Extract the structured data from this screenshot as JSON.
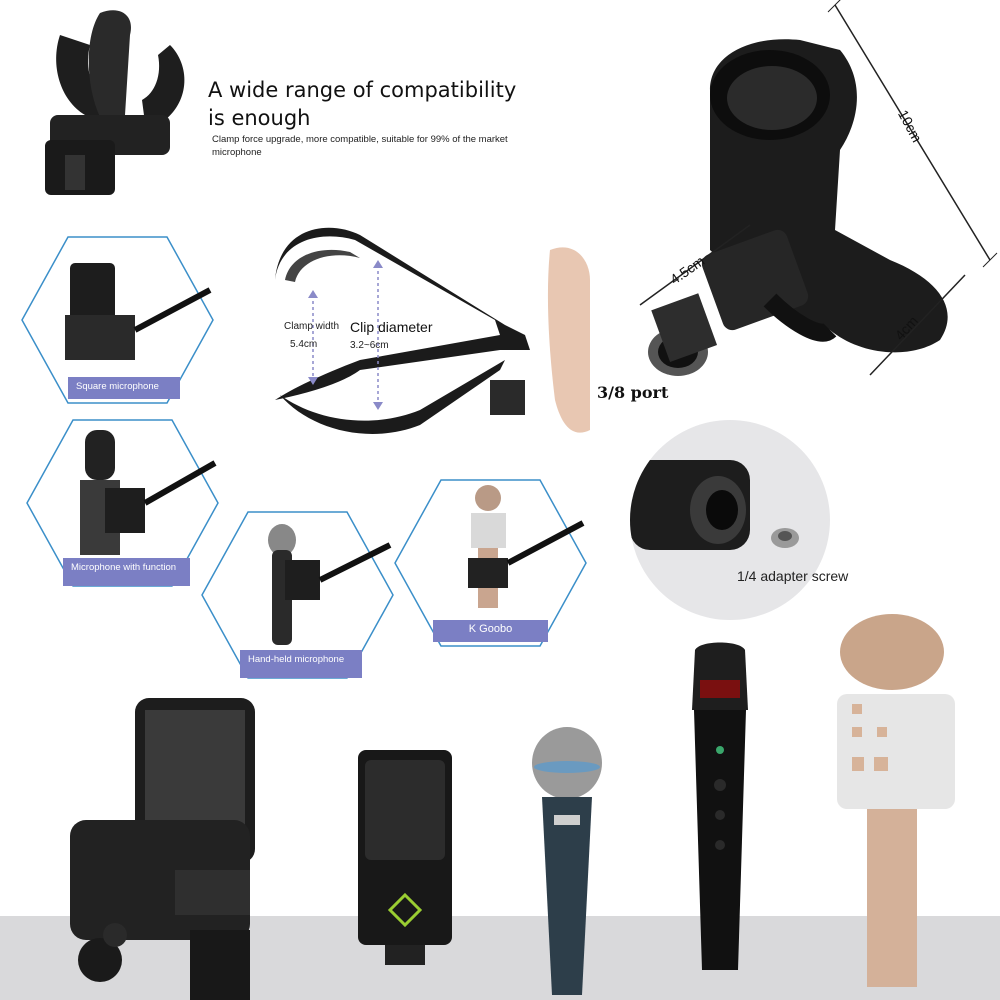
{
  "headline": {
    "title": "A wide range of compatibility is enough",
    "subtitle": "Clamp force upgrade, more compatible, suitable for 99% of the market microphone"
  },
  "clip_specs": {
    "clamp_width_label": "Clamp width",
    "clamp_width_value": "5.4cm",
    "clip_diameter_label": "Clip diameter",
    "clip_diameter_value": "3.2~6cm"
  },
  "holder_dimensions": {
    "height": "10cm",
    "depth": "4.5cm",
    "width": "4cm",
    "port": "3/8 port"
  },
  "adapter": {
    "label": "1/4 adapter screw"
  },
  "hex_cards": [
    {
      "label": "Square microphone"
    },
    {
      "label": "Microphone with function"
    },
    {
      "label": "Hand-held microphone"
    },
    {
      "label": "K Goobo"
    }
  ],
  "colors": {
    "accent": "#7b7fc4",
    "hex_border": "#3b8fc9",
    "clip_black": "#1a1a1a"
  }
}
